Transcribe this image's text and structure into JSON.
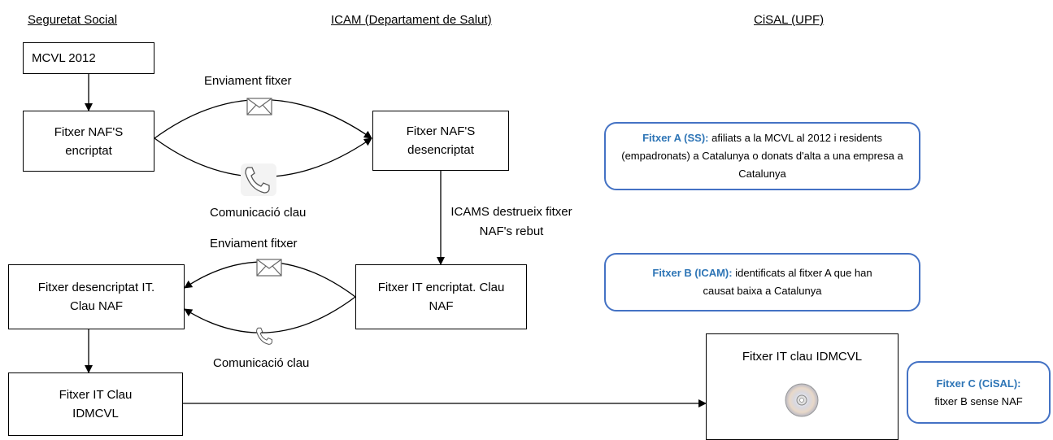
{
  "headers": {
    "col1": "Seguretat Social",
    "col2": "ICAM (Departament de Salut)",
    "col3": "CiSAL (UPF)"
  },
  "boxes": {
    "mcvl": "MCVL 2012",
    "naf_enc": "Fitxer NAF'S encriptat",
    "naf_dec": "Fitxer NAF'S desencriptat",
    "it_dec": "Fitxer desencriptat IT. Clau NAF",
    "it_enc": "Fitxer IT encriptat. Clau NAF",
    "it_idm": "Fitxer IT Clau IDMCVL",
    "final": "Fitxer IT clau IDMCVL"
  },
  "labels": {
    "send1": "Enviament fitxer",
    "comm1": "Comunicació clau",
    "destroy": "ICAMS destrueix fitxer NAF's rebut",
    "send2": "Enviament fitxer",
    "comm2": "Comunicació clau"
  },
  "notes": {
    "a_title": "Fitxer A (SS):",
    "a_text": "afiliats a la MCVL al 2012 i residents (empadronats) a Catalunya o donats d'alta a una empresa a Catalunya",
    "b_title": "Fitxer B (ICAM):",
    "b_text": "identificats al fitxer A que han causat baixa a Catalunya",
    "c_title": "Fitxer C (CiSAL):",
    "c_text": "fitxer B sense NAF"
  },
  "colors": {
    "note_border": "#4472c4",
    "note_title": "#2e75b6"
  },
  "icons": [
    "envelope-icon",
    "phone-icon",
    "cd-icon"
  ]
}
